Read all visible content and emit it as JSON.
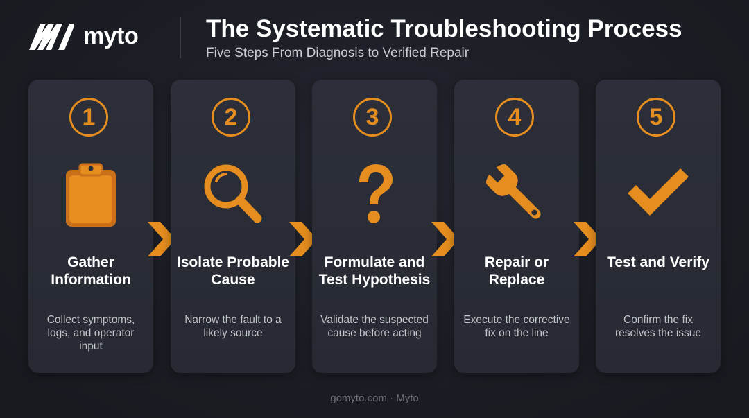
{
  "brand": {
    "name": "myto",
    "logo_icon": "myto-logo-icon"
  },
  "header": {
    "title": "The Systematic Troubleshooting Process",
    "subtitle": "Five Steps From Diagnosis to Verified Repair"
  },
  "colors": {
    "accent": "#e58d1f",
    "card": "#2a2d36",
    "background": "#1c1e25"
  },
  "steps": [
    {
      "number": "1",
      "icon": "clipboard-icon",
      "title": "Gather Information",
      "description": "Collect symptoms, logs, and operator input"
    },
    {
      "number": "2",
      "icon": "magnifier-icon",
      "title": "Isolate Probable Cause",
      "description": "Narrow the fault to a likely source"
    },
    {
      "number": "3",
      "icon": "question-mark-icon",
      "title": "Formulate and Test Hypothesis",
      "description": "Validate the suspected cause before acting"
    },
    {
      "number": "4",
      "icon": "wrench-icon",
      "title": "Repair or Replace",
      "description": "Execute the corrective fix on the line"
    },
    {
      "number": "5",
      "icon": "checkmark-icon",
      "title": "Test and Verify",
      "description": "Confirm the fix resolves the issue"
    }
  ],
  "footer": {
    "text": "gomyto.com · Myto"
  }
}
